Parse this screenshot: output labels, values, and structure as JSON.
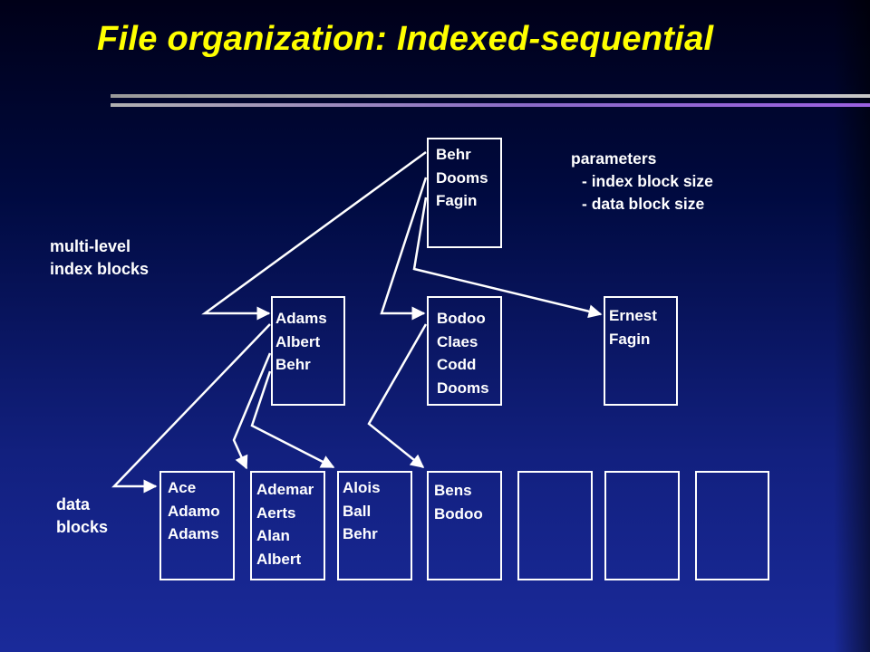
{
  "title": "File organization: Indexed-sequential",
  "labels": {
    "index_blocks": [
      "multi-level",
      "index blocks"
    ],
    "data_blocks": [
      "data",
      "blocks"
    ],
    "parameters": [
      "parameters",
      "- index block size",
      "- data block size"
    ]
  },
  "index_root": [
    "Behr",
    "Dooms",
    "Fagin"
  ],
  "index_level1": [
    [
      "Adams",
      "Albert",
      "Behr"
    ],
    [
      "Bodoo",
      "Claes",
      "Codd",
      "Dooms"
    ],
    [
      "Ernest",
      "Fagin"
    ]
  ],
  "data_blocks": [
    [
      "Ace",
      "Adamo",
      "Adams"
    ],
    [
      "Ademar",
      "Aerts",
      "Alan",
      "Albert"
    ],
    [
      "Alois",
      "Ball",
      "Behr"
    ],
    [
      "Bens",
      "Bodoo"
    ],
    [],
    [],
    []
  ],
  "colors": {
    "title": "#ffff00",
    "text": "#ffffff",
    "background": "#12207f"
  }
}
